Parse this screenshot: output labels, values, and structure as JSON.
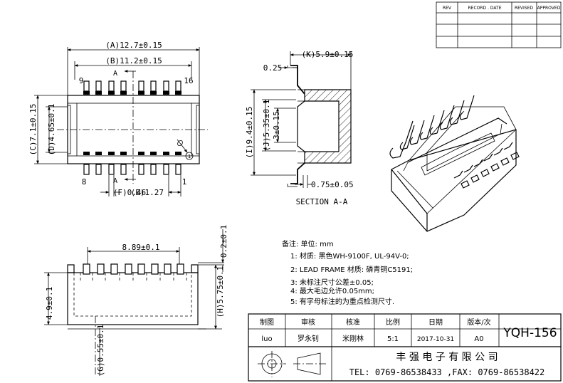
{
  "revision_table": {
    "headers": [
      "REV",
      "RECORD . DATE",
      "REVISED",
      "APPROVED"
    ]
  },
  "top_view": {
    "dim_a": "(A)12.7±0.15",
    "dim_b": "(B)11.2±0.15",
    "dim_c": "(C)7.1±0.15",
    "dim_d": "(D)4.65±0.1",
    "dim_f": "(F)0.46",
    "dim_e": "(E)1.27",
    "pin_9": "9",
    "pin_16": "16",
    "pin_8": "8",
    "pin_1": "1",
    "section_a_top": "A",
    "section_a_bottom": "A",
    "pin1_mark": "1"
  },
  "section_view": {
    "dim_k": "(K)5.9±0.15",
    "dim_025": "0.25",
    "dim_i": "(I)9.4±0.15",
    "dim_j": "(J)5.35±0.1",
    "dim_3": "3±0.15",
    "dim_075": "0.75±0.05",
    "caption": "SECTION A-A"
  },
  "side_view": {
    "dim_889": "8.89±0.1",
    "dim_02": "0.2±0.1",
    "dim_49": "4.9±0.1",
    "dim_h": "(H)5.75±0.1",
    "dim_g": "(G)0.55±0.1"
  },
  "notes": {
    "header": "备注: 单位: mm",
    "lines": [
      "1: 材质: 黑色WH-9100F, UL-94V-0;",
      "2: LEAD FRAME 材质: 磷青铜C5191;",
      "3: 未标注尺寸公差±0.05;",
      "4: 最大毛边允许0.05mm;",
      "5: 有字母标注的为重点检测尺寸."
    ]
  },
  "title_block": {
    "headers": [
      "制图",
      "审核",
      "核准",
      "比例",
      "日期",
      "版本/次"
    ],
    "values": [
      "luo",
      "罗永钊",
      "米刚林",
      "5:1",
      "2017-10-31",
      "A0"
    ],
    "part_number": "YQH-156",
    "company": "丰 强 电 子 有 限 公 司",
    "contact": "TEL: 0769-86538433 ,FAX: 0769-86538422"
  }
}
